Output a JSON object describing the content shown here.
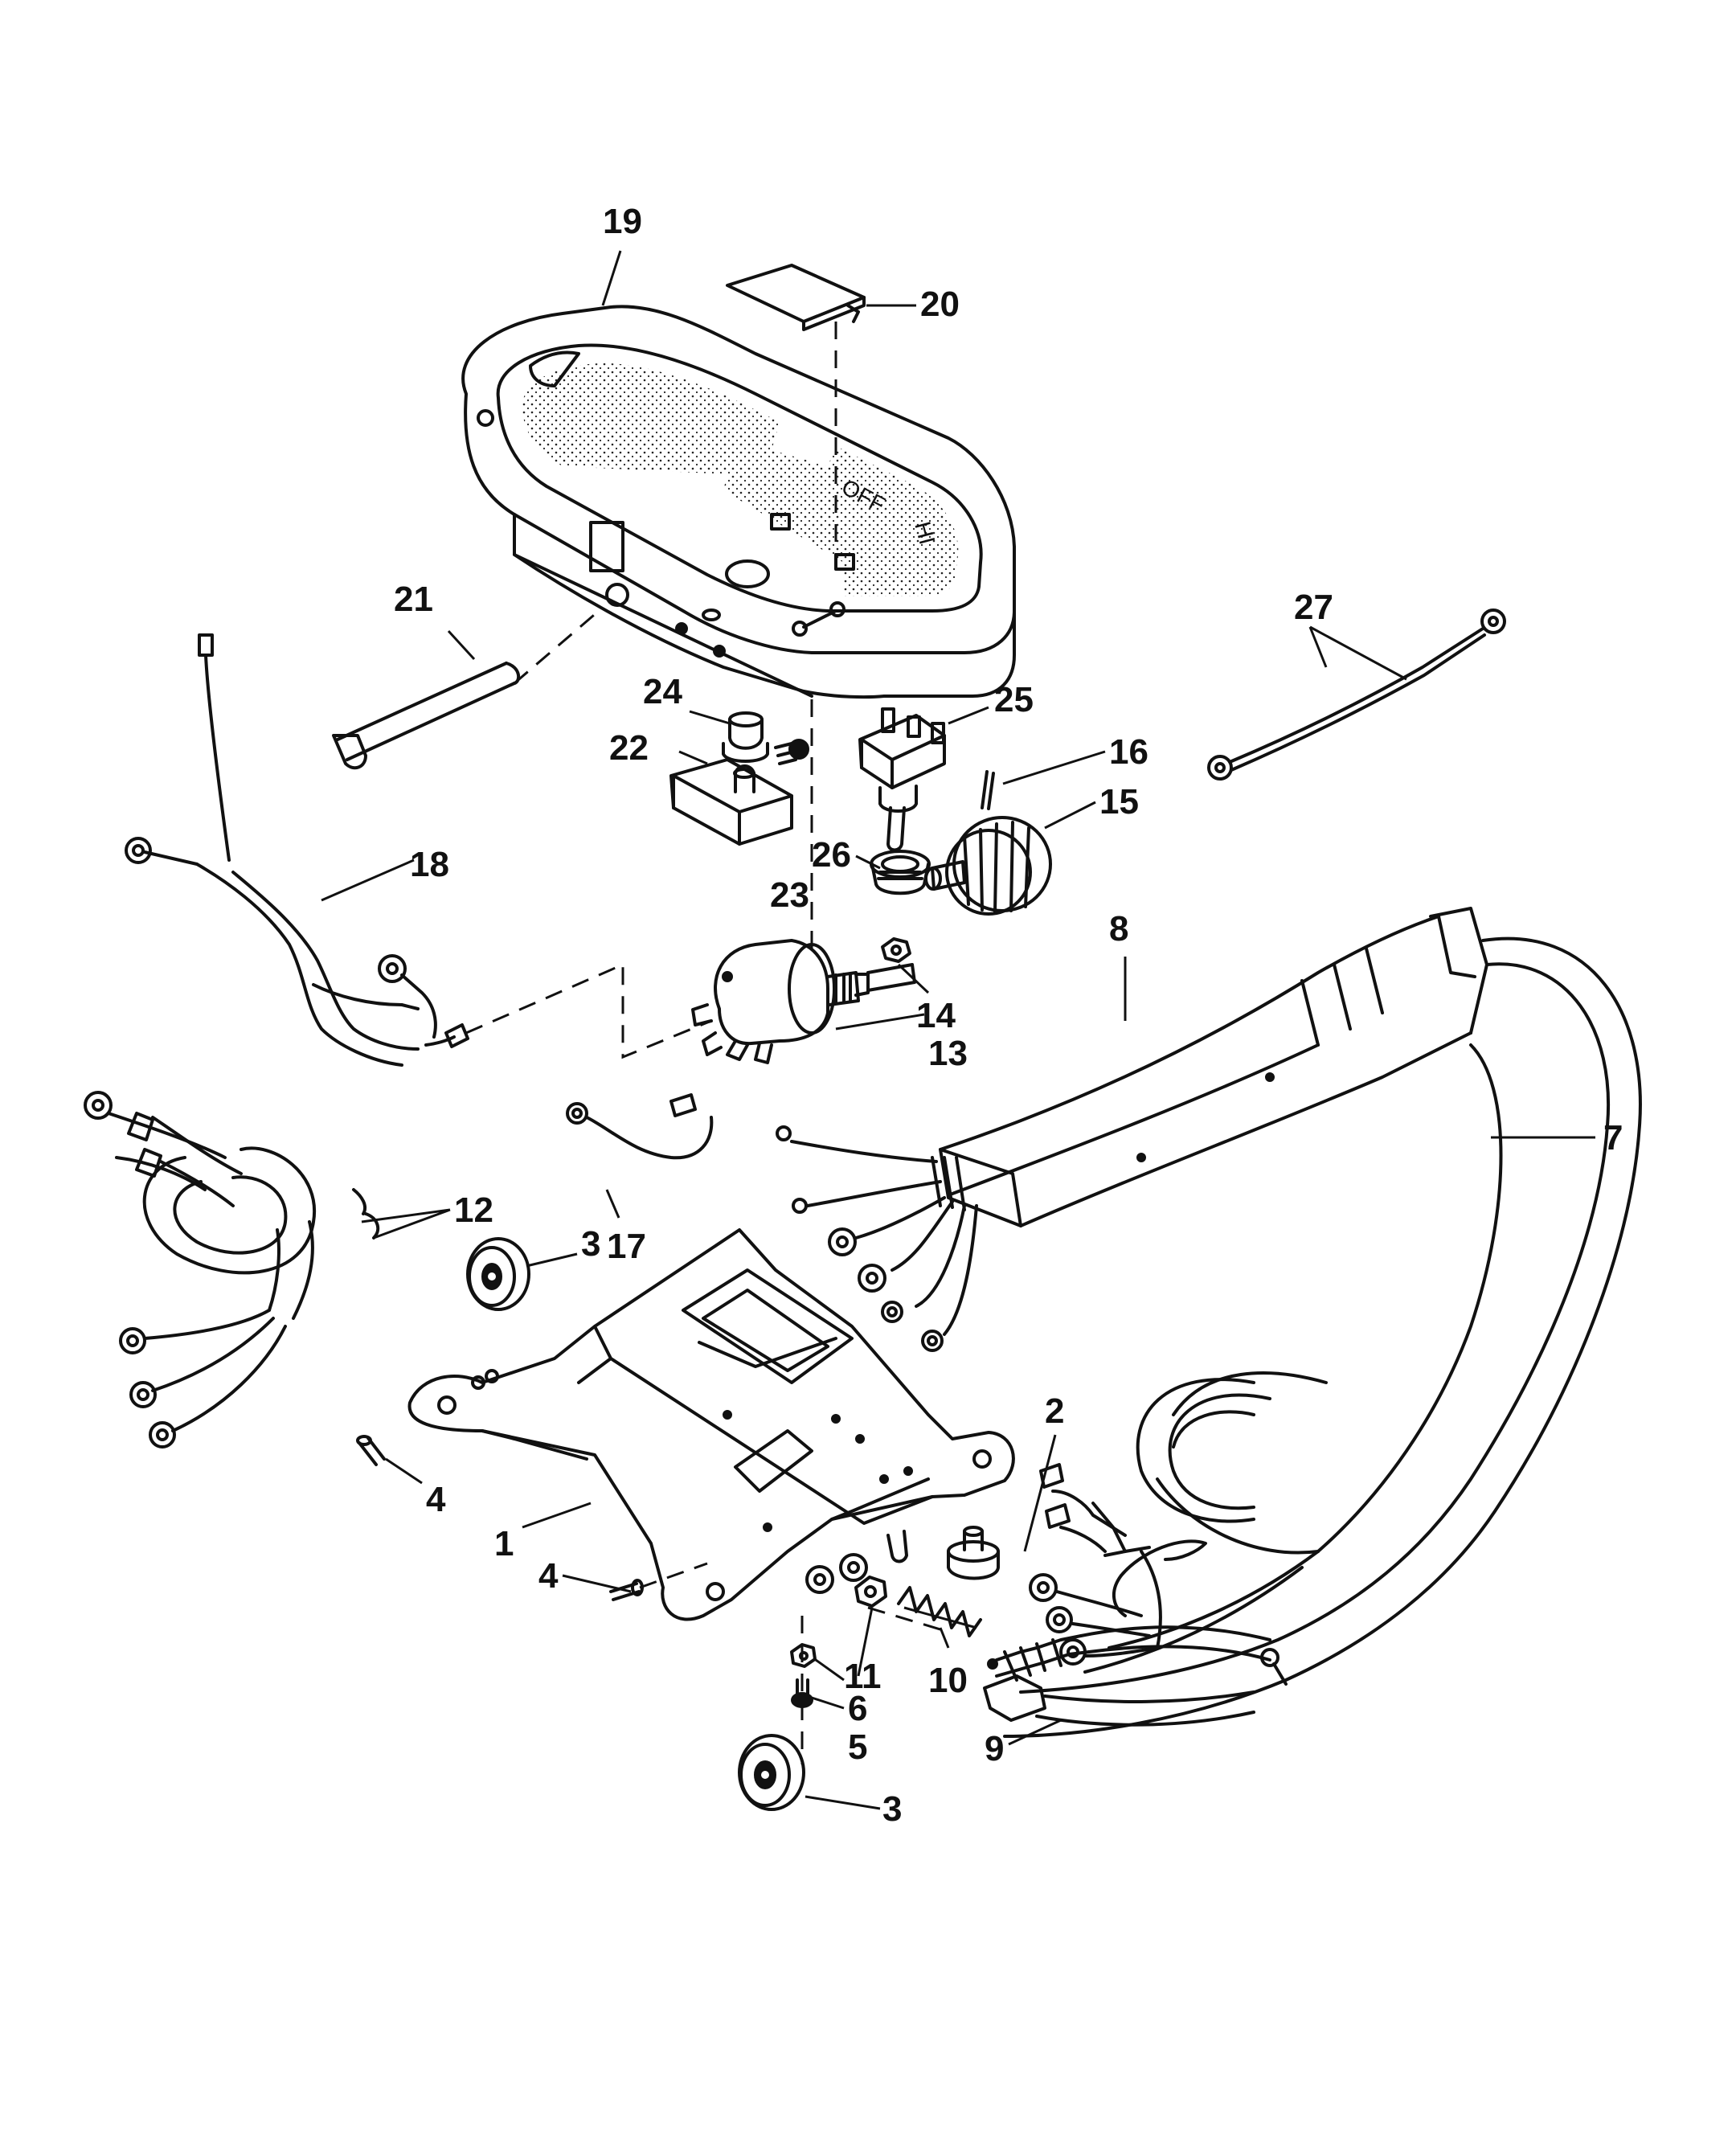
{
  "diagram": {
    "callouts": {
      "c1": "1",
      "c2": "2",
      "c3a": "3",
      "c3b": "3",
      "c4a": "4",
      "c4b": "4",
      "c5": "5",
      "c6": "6",
      "c7": "7",
      "c8": "8",
      "c9": "9",
      "c10": "10",
      "c11": "11",
      "c12": "12",
      "c13": "13",
      "c14": "14",
      "c15": "15",
      "c16": "16",
      "c17": "17",
      "c18": "18",
      "c19": "19",
      "c20": "20",
      "c21": "21",
      "c22": "22",
      "c23": "23",
      "c24": "24",
      "c25": "25",
      "c26": "26",
      "c27": "27"
    },
    "housing_marks": {
      "off": "OFF",
      "hi": "HI"
    }
  }
}
